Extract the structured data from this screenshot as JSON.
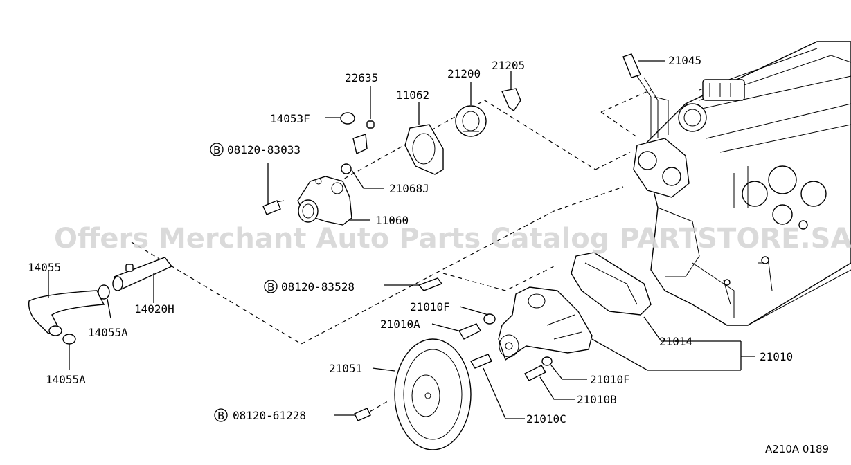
{
  "diagram": {
    "watermark": "Offers Merchant Auto Parts Catalog PARTSTORE.SA",
    "reference_code": "A210A 0189",
    "bolt_marker": "B",
    "labels": {
      "p22635": "22635",
      "p21200": "21200",
      "p21205": "21205",
      "p21045": "21045",
      "p11062": "11062",
      "p14053F": "14053F",
      "p08120_83033": "08120-83033",
      "p21068J": "21068J",
      "p11060": "11060",
      "p14055": "14055",
      "p14020H": "14020H",
      "p14055A_1": "14055A",
      "p14055A_2": "14055A",
      "p08120_83528": "08120-83528",
      "p21010F_1": "21010F",
      "p21010A": "21010A",
      "p21014": "21014",
      "p21010": "21010",
      "p21051": "21051",
      "p21010F_2": "21010F",
      "p21010B": "21010B",
      "p08120_61228": "08120-61228",
      "p21010C": "21010C"
    }
  }
}
